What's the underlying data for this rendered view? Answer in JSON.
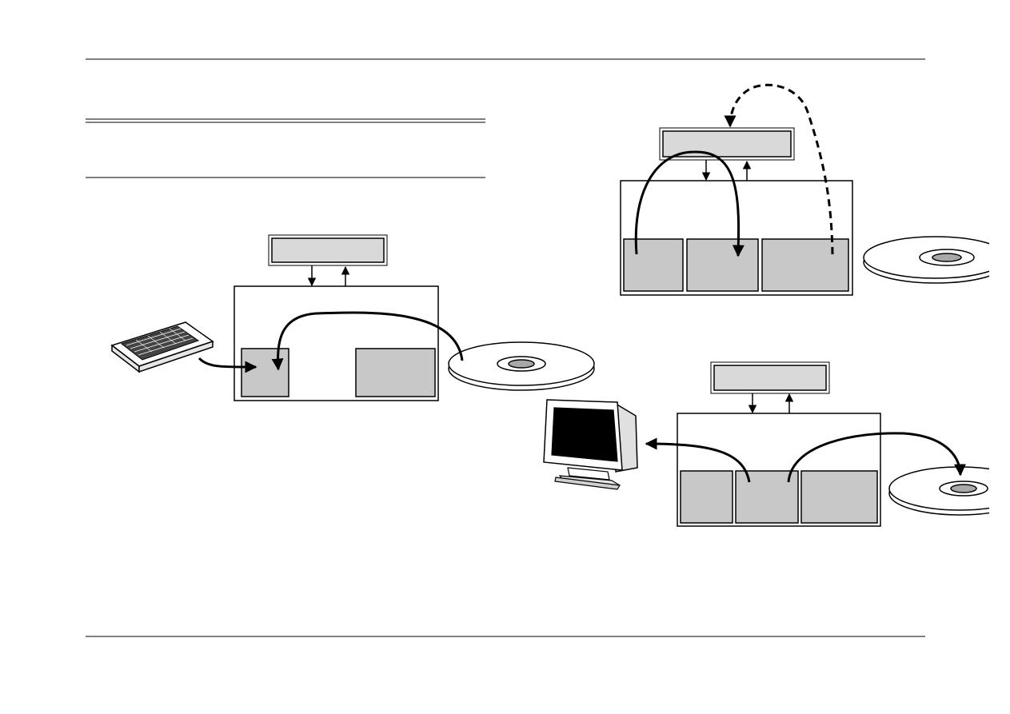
{
  "colors": {
    "page": "#ffffff",
    "ink": "#000000",
    "memory_cell": "#c8c8c8",
    "cpu_box": "#d9d9d9",
    "disk_hub": "#a8a8a8",
    "screen": "#000000"
  },
  "icons": [
    "keyboard-icon",
    "disk-icon",
    "monitor-icon"
  ],
  "diagrams": [
    {
      "id": "input",
      "edges": [
        "keyboard-to-memory",
        "memory-to-disk-write",
        "cpu-memory-bus"
      ]
    },
    {
      "id": "load",
      "edges": [
        "disk-to-memory-load",
        "cpu-fetch-loop",
        "cpu-memory-bus"
      ]
    },
    {
      "id": "output",
      "edges": [
        "memory-to-monitor",
        "memory-to-disk",
        "cpu-memory-bus"
      ]
    }
  ]
}
